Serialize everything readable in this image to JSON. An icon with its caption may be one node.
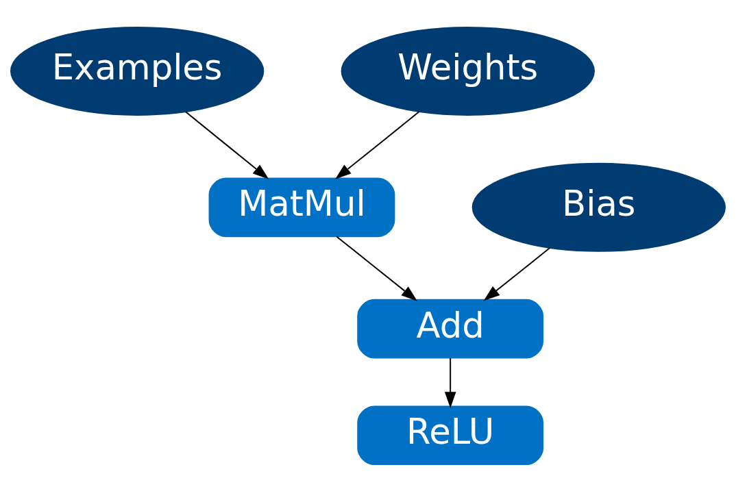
{
  "diagram": {
    "nodes": [
      {
        "text": [
          "Examples"
        ]
      },
      {
        "text": [
          "Weights"
        ]
      },
      {
        "text": [
          "MatMul"
        ]
      },
      {
        "text": [
          "Bias"
        ]
      },
      {
        "text": [
          "Add"
        ]
      },
      {
        "text": [
          "ReLU"
        ]
      }
    ],
    "edges": [
      {
        "from": 0,
        "to": 2,
        "arrow": "to"
      },
      {
        "from": 1,
        "to": 2,
        "arrow": "to"
      },
      {
        "from": 2,
        "to": 4,
        "arrow": "to"
      },
      {
        "from": 3,
        "to": 4,
        "arrow": "to"
      },
      {
        "from": 4,
        "to": 5,
        "arrow": "to"
      }
    ]
  }
}
